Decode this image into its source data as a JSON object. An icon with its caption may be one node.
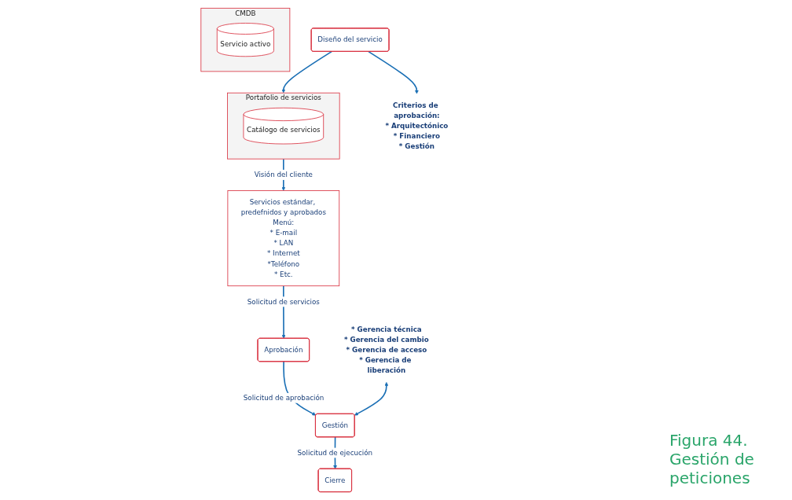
{
  "diagram": {
    "caption": "Figura 44. Gestión de peticiones",
    "nodes": [
      {
        "text": [
          "CMDB"
        ]
      },
      {
        "text": [
          "Servicio activo"
        ],
        "in": 0
      },
      {
        "text": [
          "Portafolio de servicios"
        ]
      },
      {
        "text": [
          "Catálogo de servicios"
        ],
        "in": 2
      },
      {
        "text": [
          "Servicios estándar, predefnidos y aprobados",
          "Menú:",
          "* E-mail",
          "* LAN",
          "* Internet",
          "*Teléfono",
          "* Etc."
        ]
      },
      {
        "text": [
          "Aprobación"
        ]
      },
      {
        "text": [
          "Gestión"
        ]
      },
      {
        "text": [
          "Cierre"
        ]
      },
      {
        "text": [
          "Diseño del servicio"
        ]
      },
      {
        "text": [
          "Criterios de aprobación:",
          "* Arquitectónico",
          "* Financiero",
          "* Gestión"
        ]
      },
      {
        "text": [
          "* Gerencia técnica",
          "* Gerencia del cambio",
          "* Gerencia de acceso",
          "* Gerencia de liberación"
        ]
      }
    ],
    "edges": [
      {
        "from": 2,
        "to": 4,
        "arrow": "to",
        "label": "Visión del cliente"
      },
      {
        "from": 4,
        "to": 5,
        "arrow": "to",
        "label": "Solicitud de servicios"
      },
      {
        "from": 5,
        "to": 6,
        "arrow": "to",
        "label": "Solicitud de aprobación"
      },
      {
        "from": 6,
        "to": 7,
        "arrow": "to",
        "label": "Solicitud de ejecución"
      },
      {
        "from": 8,
        "to": 2,
        "arrow": "to"
      },
      {
        "from": 8,
        "to": 9,
        "arrow": "to"
      },
      {
        "from": 10,
        "to": 6,
        "arrow": "both"
      }
    ]
  }
}
